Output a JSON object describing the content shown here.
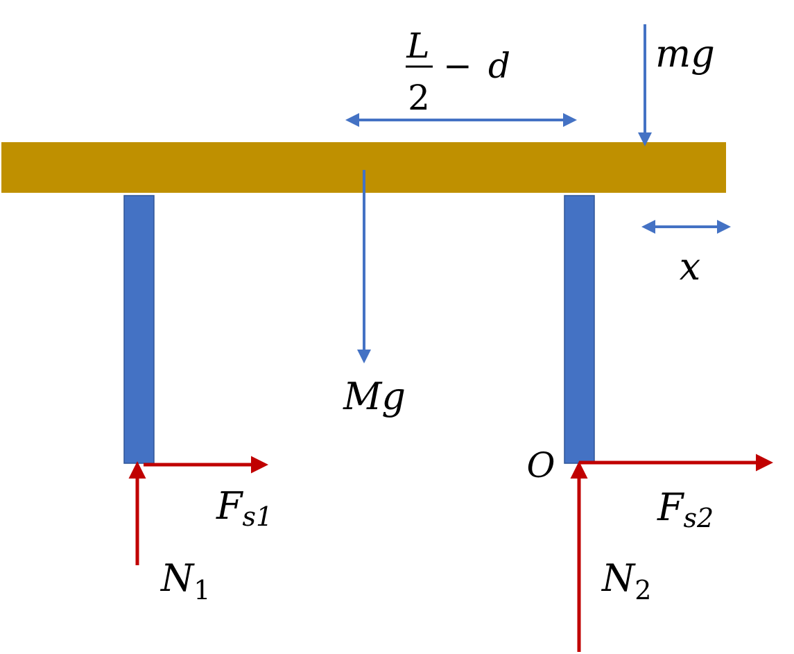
{
  "colors": {
    "beam": "#BF9000",
    "leg": "#4472C4",
    "leg_border": "#2F5597",
    "blue_arrow": "#4472C4",
    "red_arrow": "#C00000"
  },
  "labels": {
    "dim_L": "L",
    "dim_2": "2",
    "dim_minus": "−",
    "dim_d": "d",
    "mg": "mg",
    "x": "x",
    "Mg": "Mg",
    "O": "O",
    "Fs1_main": "F",
    "Fs1_sub": "s1",
    "Fs2_main": "F",
    "Fs2_sub": "s2",
    "N1_main": "N",
    "N1_sub": "1",
    "N2_main": "N",
    "N2_sub": "2"
  }
}
